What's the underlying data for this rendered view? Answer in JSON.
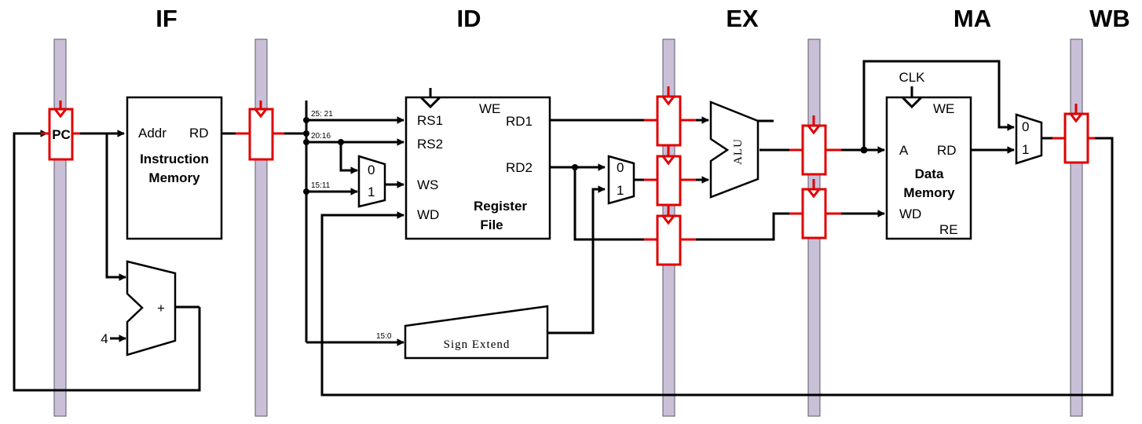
{
  "stages": [
    {
      "id": "if",
      "label": "IF"
    },
    {
      "id": "id",
      "label": "ID"
    },
    {
      "id": "ex",
      "label": "EX"
    },
    {
      "id": "ma",
      "label": "MA"
    },
    {
      "id": "wb",
      "label": "WB"
    }
  ],
  "pc": {
    "label": "PC"
  },
  "instruction_memory": {
    "addr": "Addr",
    "rd": "RD",
    "title_line1": "Instruction",
    "title_line2": "Memory"
  },
  "adder": {
    "symbol": "+",
    "const": "4"
  },
  "bit_fields": {
    "f1": "25: 21",
    "f2": "20:16",
    "f3": "15:11",
    "f4": "15:0"
  },
  "reg_mux": {
    "in0": "0",
    "in1": "1"
  },
  "register_file": {
    "rs1": "RS1",
    "rs2": "RS2",
    "ws": "WS",
    "wd": "WD",
    "we": "WE",
    "rd1": "RD1",
    "rd2": "RD2",
    "title_line1": "Register",
    "title_line2": "File"
  },
  "sign_extend": {
    "label": "Sign Extend"
  },
  "alu_mux": {
    "in0": "0",
    "in1": "1"
  },
  "alu": {
    "label": "ALU"
  },
  "data_memory": {
    "clk": "CLK",
    "we": "WE",
    "a": "A",
    "rd": "RD",
    "wd": "WD",
    "re": "RE",
    "title_line1": "Data",
    "title_line2": "Memory"
  },
  "wb_mux": {
    "in0": "0",
    "in1": "1"
  },
  "colors": {
    "pipeline_register": "#e00000",
    "stage_bar": "#c9c0d8",
    "wire": "#000000"
  }
}
